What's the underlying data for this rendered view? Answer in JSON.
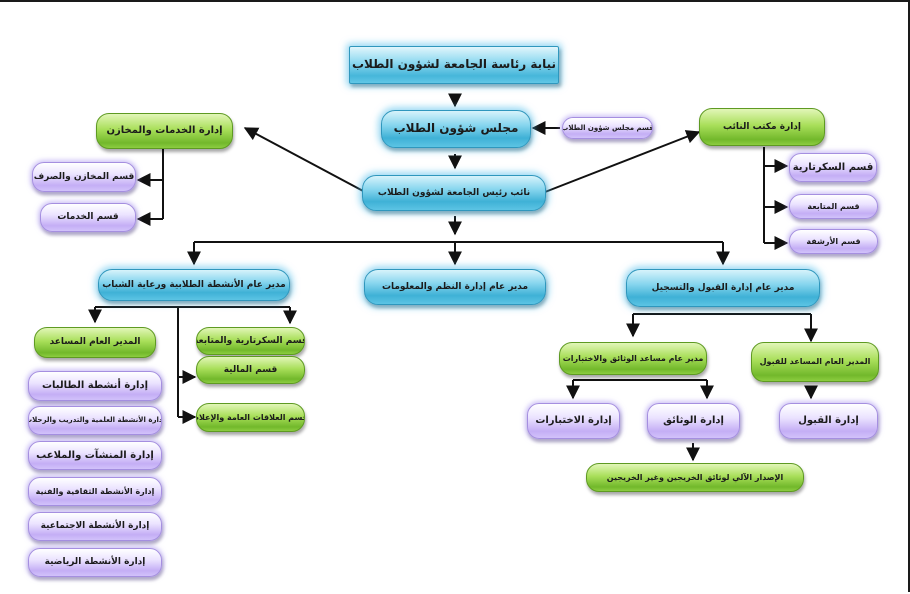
{
  "nodes": {
    "vice_presidency": "نيابة رئاسة الجامعة لشؤون الطلاب",
    "council": "مجلس شؤون الطلاب",
    "council_section": "قسم مجلس شؤون الطلاب",
    "vice_office": "إدارة مكتب النائب",
    "secretariat_section": "قسم السكرتارية",
    "followup_section": "قسم المتابعة",
    "archive_section": "قسم الأرشفة",
    "services_stores": "إدارة الخدمات والمخازن",
    "stores_disbursement": "قسم المخازن والصرف",
    "services_section": "قسم الخدمات",
    "deputy": "نائب رئيس الجامعة لشؤون الطلاب",
    "gm_student_activities": "مدير عام الأنشطة الطلابية ورعاية الشباب",
    "gm_systems": "مدير عام إدارة النظم والمعلومات",
    "gm_admission": "مدير عام إدارة القبول والتسجيل",
    "assistant_gm": "المدير العام المساعد",
    "secretariat_followup": "قسم السكرتارية والمتابعة",
    "finance_section": "قسم المالية",
    "pr_media": "قسم العلاقات العامة والإعلام",
    "female_activities": "إدارة أنشطة الطالبات",
    "scientific_activities": "إدارة الأنشطة العلمية والتدريب والرحلات",
    "facilities": "إدارة المنشآت والملاعب",
    "cultural_activities": "إدارة الأنشطة الثقافية والفنية",
    "social_activities": "إدارة الأنشطة الاجتماعية",
    "sports_activities": "إدارة الأنشطة الرياضية",
    "assistant_docs_exams": "مدير عام مساعد الوثائق والاختبارات",
    "assistant_admission": "المدير العام المساعد للقبول",
    "exams_admin": "إدارة الاختبارات",
    "documents_admin": "إدارة الوثائق",
    "admission_admin": "إدارة القبول",
    "issuance": "الإصدار الآلي لوثائق الخريجين وغير الخريجين"
  }
}
